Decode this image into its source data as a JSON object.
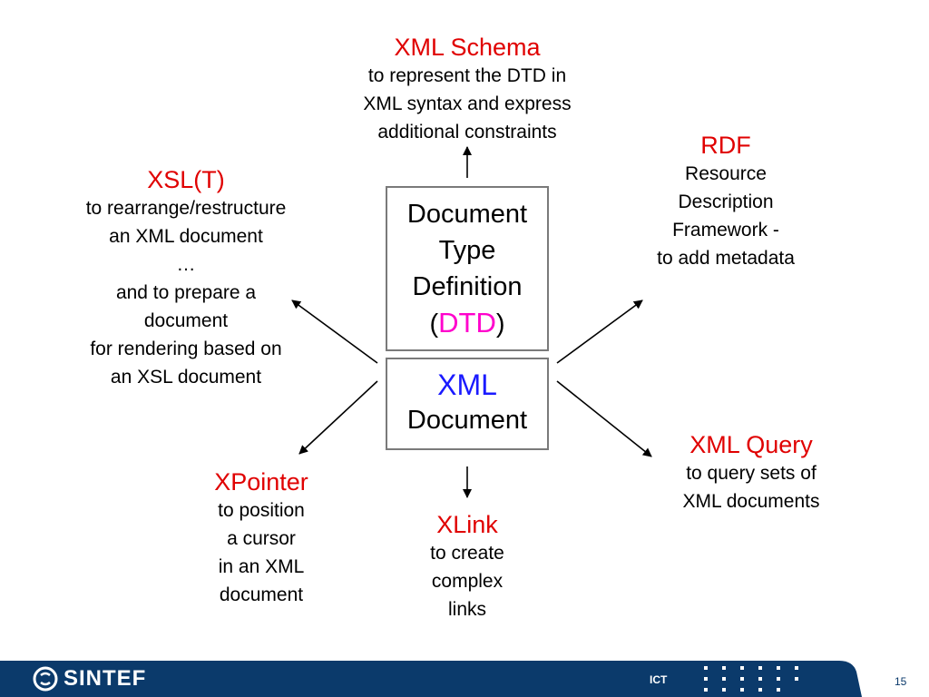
{
  "schema": {
    "title": "XML Schema",
    "lines": [
      "to represent the DTD in",
      "XML syntax and express",
      "additional constraints"
    ]
  },
  "rdf": {
    "title": "RDF",
    "lines": [
      "Resource",
      "Description",
      "Framework -",
      "to add metadata"
    ]
  },
  "xsl": {
    "title": "XSL(T)",
    "lines": [
      "to rearrange/restructure",
      "an XML document",
      "…",
      "and to prepare a",
      "document",
      "for rendering based on",
      "an XSL document"
    ]
  },
  "dtd_box": {
    "lines": [
      "Document",
      "Type",
      "Definition"
    ],
    "open": "(",
    "acronym": "DTD",
    "close": ")"
  },
  "xml_box": {
    "word": "XML",
    "line": "Document"
  },
  "xpointer": {
    "title": "XPointer",
    "lines": [
      "to position",
      "a cursor",
      "in an XML",
      "document"
    ]
  },
  "xlink": {
    "title": "XLink",
    "lines": [
      "to create",
      "complex",
      "links"
    ]
  },
  "xquery": {
    "title": "XML Query",
    "lines": [
      "to query sets of",
      "XML documents"
    ]
  },
  "footer": {
    "logo": "SINTEF",
    "section": "ICT",
    "page": "15"
  },
  "colors": {
    "title_red": "#e00000",
    "dtd_magenta": "#ff00cc",
    "xml_blue": "#1a1aff",
    "footer_navy": "#0b3a6b"
  }
}
